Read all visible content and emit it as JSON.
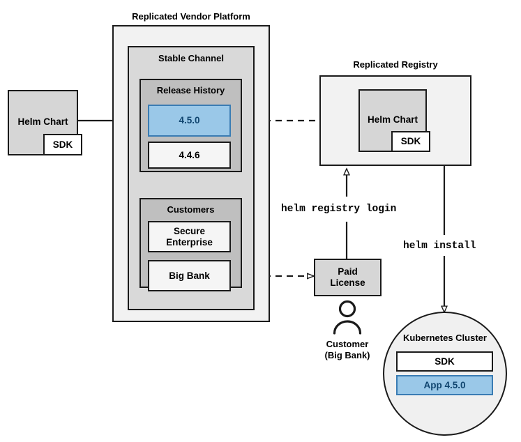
{
  "diagram": {
    "title_vendor_platform": "Replicated Vendor Platform",
    "title_registry": "Replicated Registry"
  },
  "vendor_platform": {
    "label": "Replicated Vendor Platform",
    "stable_channel": {
      "label": "Stable Channel",
      "release_history": {
        "label": "Release History",
        "releases": [
          {
            "version": "4.5.0",
            "highlighted": true
          },
          {
            "version": "4.4.6",
            "highlighted": false
          }
        ]
      },
      "customers": {
        "label": "Customers",
        "entries": [
          {
            "name": "Secure\nEnterprise"
          },
          {
            "name": "Big Bank"
          }
        ]
      }
    }
  },
  "source_chart": {
    "label": "Helm Chart",
    "sdk_label": "SDK"
  },
  "registry": {
    "label": "Replicated Registry",
    "chart_label": "Helm Chart",
    "sdk_label": "SDK"
  },
  "license": {
    "label": "Paid\nLicense"
  },
  "customer_actor": {
    "icon": "person-icon",
    "caption_line1": "Customer",
    "caption_line2": "(Big Bank)"
  },
  "cluster": {
    "label": "Kubernetes Cluster",
    "components": [
      {
        "name": "SDK",
        "highlighted": false
      },
      {
        "name": "App 4.5.0",
        "highlighted": true
      }
    ]
  },
  "commands": {
    "registry_login": "helm registry login",
    "install": "helm install"
  },
  "colors": {
    "highlight_fill": "#9ac8e8",
    "highlight_border": "#3a7cb3",
    "highlight_text": "#10456f",
    "stroke": "#1a1a1a",
    "shell_lightest": "#f2f2f2",
    "shell_light": "#d9d9d9",
    "shell_mid": "#bfbfbf"
  }
}
